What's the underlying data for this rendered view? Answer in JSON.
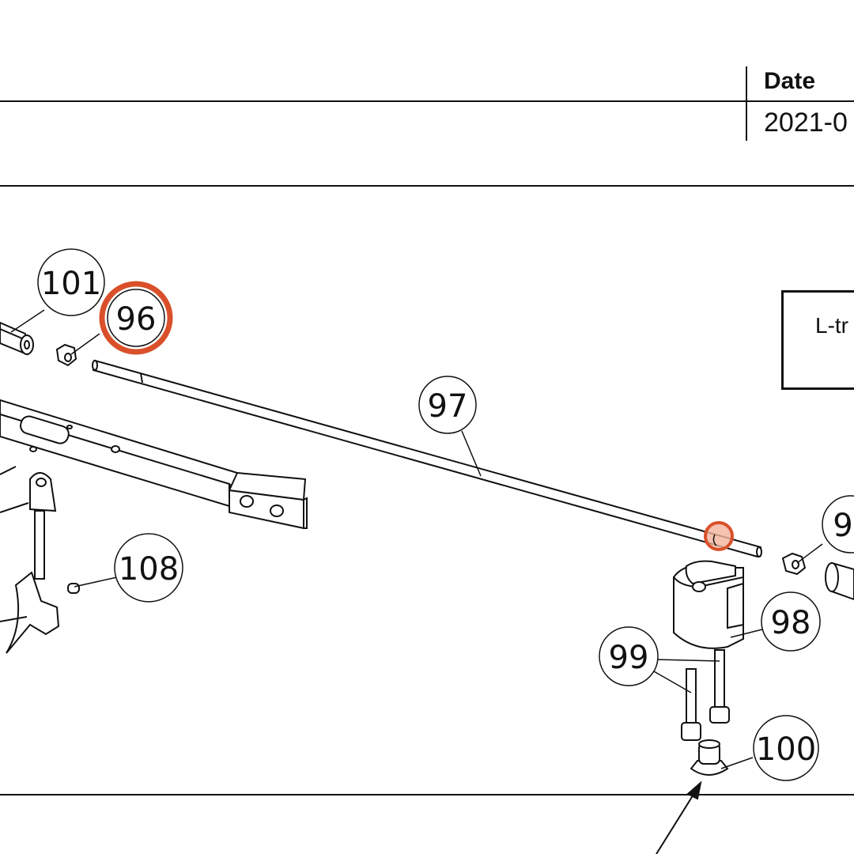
{
  "title_block": {
    "date_label": "Date",
    "date_value": "2021-0"
  },
  "note_box": {
    "text": "L-tr"
  },
  "balloons": [
    {
      "id": "b101",
      "label": "101"
    },
    {
      "id": "b96a",
      "label": "96",
      "highlighted": true
    },
    {
      "id": "b97",
      "label": "97"
    },
    {
      "id": "b108",
      "label": "108"
    },
    {
      "id": "b96b",
      "label": "9"
    },
    {
      "id": "b98",
      "label": "98"
    },
    {
      "id": "b99",
      "label": "99"
    },
    {
      "id": "b100",
      "label": "100"
    }
  ],
  "colors": {
    "highlight": "#d9502a",
    "highlight_fill": "#f2b49c",
    "ink": "#111111"
  }
}
